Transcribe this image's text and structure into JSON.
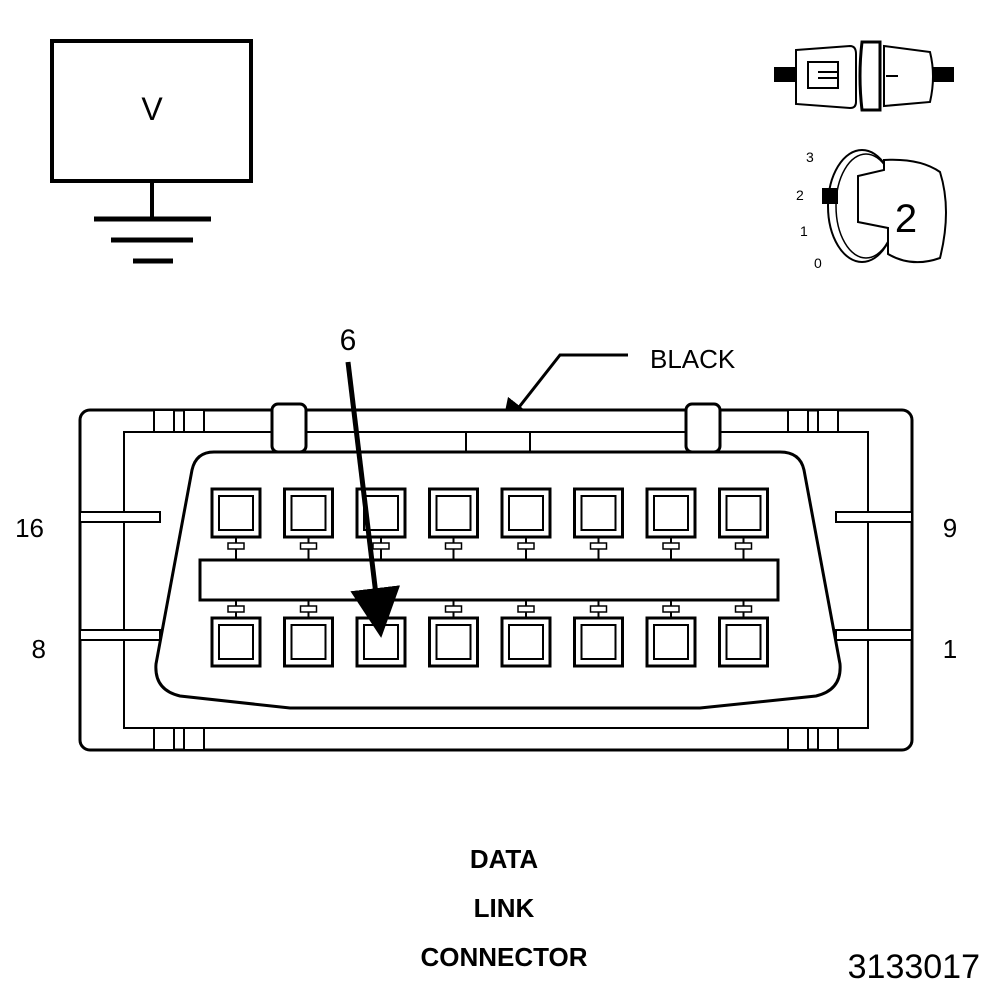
{
  "meter": {
    "symbol": "V"
  },
  "ignition": {
    "positions": [
      "3",
      "2",
      "1",
      "0"
    ],
    "key_number": "2"
  },
  "callouts": {
    "pin": "6",
    "color": "BLACK"
  },
  "pin_numbers": {
    "upper_left": "16",
    "lower_left": "8",
    "upper_right": "9",
    "lower_right": "1"
  },
  "caption": {
    "line1": "DATA",
    "line2": "LINK",
    "line3": "CONNECTOR"
  },
  "figure_id": "3133017"
}
